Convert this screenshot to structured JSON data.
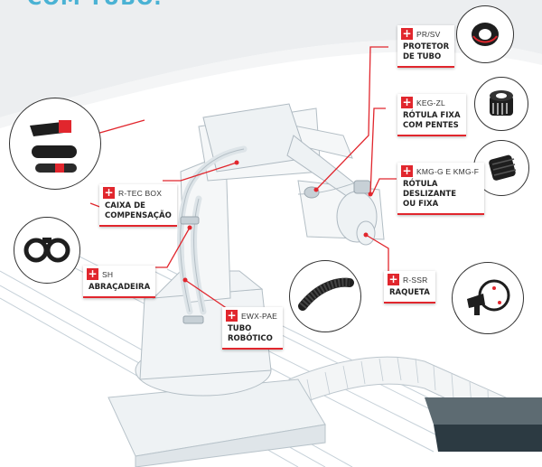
{
  "header": {
    "title_fragment": "COM TUBO."
  },
  "callouts": [
    {
      "code": "PR/SV",
      "name_lines": [
        "PROTETOR",
        "DE TUBO"
      ]
    },
    {
      "code": "KEG-ZL",
      "name_lines": [
        "RÓTULA FIXA",
        "COM PENTES"
      ]
    },
    {
      "code": "KMG-G E KMG-F",
      "name_lines": [
        "RÓTULA",
        "DESLIZANTE",
        "OU FIXA"
      ]
    },
    {
      "code": "R-TEC BOX",
      "name_lines": [
        "CAIXA DE",
        "COMPENSAÇÃO"
      ]
    },
    {
      "code": "SH",
      "name_lines": [
        "ABRAÇADEIRA"
      ]
    },
    {
      "code": "EWX-PAE",
      "name_lines": [
        "TUBO",
        "ROBÓTICO"
      ]
    },
    {
      "code": "R-SSR",
      "name_lines": [
        "RAQUETA"
      ]
    }
  ],
  "colors": {
    "accent": "#e1262d",
    "title": "#4ab2d4",
    "line": "#e1262d",
    "robot": "#c9cfd3"
  },
  "icons": [
    "plus-icon"
  ]
}
